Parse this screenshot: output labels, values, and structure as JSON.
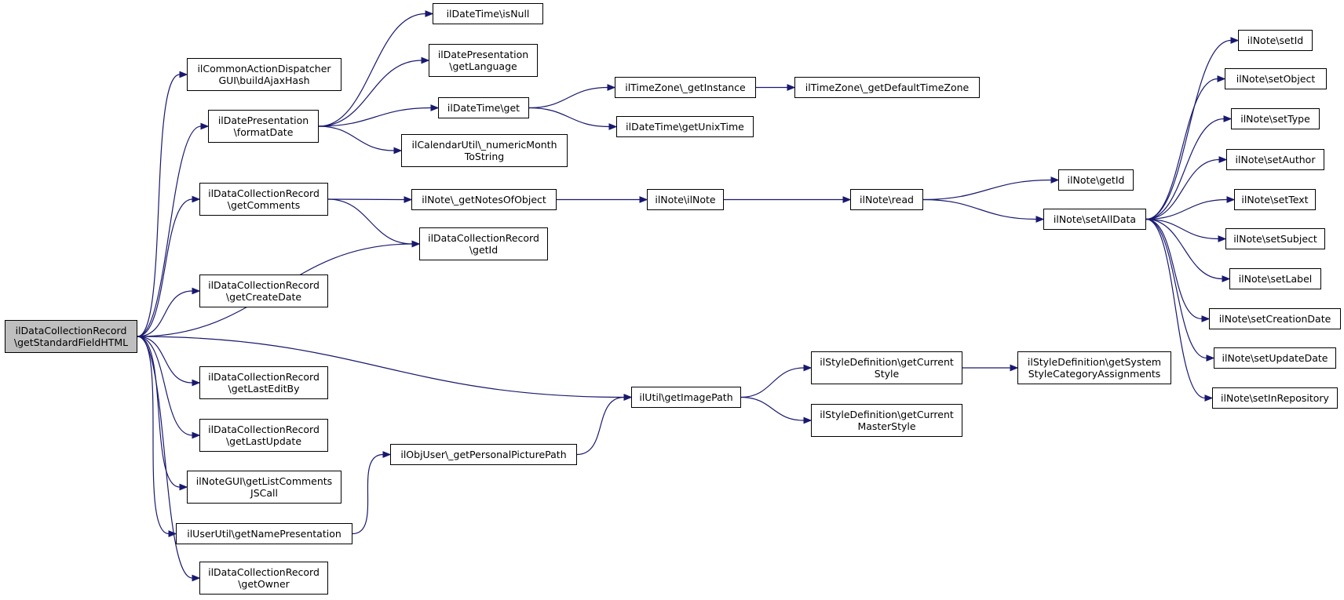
{
  "colors": {
    "edge": "#191970",
    "root_fill": "#bfbfbf",
    "node_fill": "#ffffff",
    "border": "#000000"
  },
  "nodes": {
    "root": [
      "ilDataCollectionRecord",
      "\\getStandardFieldHTML"
    ],
    "buildAjaxHash": [
      "ilCommonActionDispatcher",
      "GUI\\buildAjaxHash"
    ],
    "formatDate": [
      "ilDatePresentation",
      "\\formatDate"
    ],
    "getComments": [
      "ilDataCollectionRecord",
      "\\getComments"
    ],
    "getCreateDate": [
      "ilDataCollectionRecord",
      "\\getCreateDate"
    ],
    "getLastEditBy": [
      "ilDataCollectionRecord",
      "\\getLastEditBy"
    ],
    "getLastUpdate": [
      "ilDataCollectionRecord",
      "\\getLastUpdate"
    ],
    "getListCommentsJSCall": [
      "ilNoteGUI\\getListComments",
      "JSCall"
    ],
    "getNamePresentation": [
      "ilUserUtil\\getNamePresentation"
    ],
    "getOwner": [
      "ilDataCollectionRecord",
      "\\getOwner"
    ],
    "isNull": [
      "ilDateTime\\isNull"
    ],
    "getLanguage": [
      "ilDatePresentation",
      "\\getLanguage"
    ],
    "dtGet": [
      "ilDateTime\\get"
    ],
    "numericMonth": [
      "ilCalendarUtil\\_numericMonth",
      "ToString"
    ],
    "getNotesOfObject": [
      "ilNote\\_getNotesOfObject"
    ],
    "recGetId": [
      "ilDataCollectionRecord",
      "\\getId"
    ],
    "getPersonalPicturePath": [
      "ilObjUser\\_getPersonalPicturePath"
    ],
    "getInstance": [
      "ilTimeZone\\_getInstance"
    ],
    "getUnixTime": [
      "ilDateTime\\getUnixTime"
    ],
    "ilNoteCtor": [
      "ilNote\\ilNote"
    ],
    "getImagePath": [
      "ilUtil\\getImagePath"
    ],
    "getDefaultTimeZone": [
      "ilTimeZone\\_getDefaultTimeZone"
    ],
    "noteRead": [
      "ilNote\\read"
    ],
    "getCurrentStyle": [
      "ilStyleDefinition\\getCurrent",
      "Style"
    ],
    "getCurrentMasterStyle": [
      "ilStyleDefinition\\getCurrent",
      "MasterStyle"
    ],
    "noteGetId": [
      "ilNote\\getId"
    ],
    "setAllData": [
      "ilNote\\setAllData"
    ],
    "getSystemStyle": [
      "ilStyleDefinition\\getSystem",
      "StyleCategoryAssignments"
    ],
    "setId": [
      "ilNote\\setId"
    ],
    "setObject": [
      "ilNote\\setObject"
    ],
    "setType": [
      "ilNote\\setType"
    ],
    "setAuthor": [
      "ilNote\\setAuthor"
    ],
    "setText": [
      "ilNote\\setText"
    ],
    "setSubject": [
      "ilNote\\setSubject"
    ],
    "setLabel": [
      "ilNote\\setLabel"
    ],
    "setCreationDate": [
      "ilNote\\setCreationDate"
    ],
    "setUpdateDate": [
      "ilNote\\setUpdateDate"
    ],
    "setInRepository": [
      "ilNote\\setInRepository"
    ]
  },
  "edges": [
    [
      "root",
      "buildAjaxHash"
    ],
    [
      "root",
      "formatDate"
    ],
    [
      "root",
      "getComments"
    ],
    [
      "root",
      "recGetId"
    ],
    [
      "root",
      "getCreateDate"
    ],
    [
      "root",
      "getImagePath"
    ],
    [
      "root",
      "getLastEditBy"
    ],
    [
      "root",
      "getLastUpdate"
    ],
    [
      "root",
      "getListCommentsJSCall"
    ],
    [
      "root",
      "getNamePresentation"
    ],
    [
      "root",
      "getOwner"
    ],
    [
      "formatDate",
      "isNull"
    ],
    [
      "formatDate",
      "getLanguage"
    ],
    [
      "formatDate",
      "dtGet"
    ],
    [
      "formatDate",
      "numericMonth"
    ],
    [
      "dtGet",
      "getInstance"
    ],
    [
      "dtGet",
      "getUnixTime"
    ],
    [
      "getInstance",
      "getDefaultTimeZone"
    ],
    [
      "getComments",
      "getNotesOfObject"
    ],
    [
      "getComments",
      "recGetId"
    ],
    [
      "getNotesOfObject",
      "ilNoteCtor"
    ],
    [
      "ilNoteCtor",
      "noteRead"
    ],
    [
      "noteRead",
      "noteGetId"
    ],
    [
      "noteRead",
      "setAllData"
    ],
    [
      "setAllData",
      "setId"
    ],
    [
      "setAllData",
      "setObject"
    ],
    [
      "setAllData",
      "setType"
    ],
    [
      "setAllData",
      "setAuthor"
    ],
    [
      "setAllData",
      "setText"
    ],
    [
      "setAllData",
      "setSubject"
    ],
    [
      "setAllData",
      "setLabel"
    ],
    [
      "setAllData",
      "setCreationDate"
    ],
    [
      "setAllData",
      "setUpdateDate"
    ],
    [
      "setAllData",
      "setInRepository"
    ],
    [
      "getImagePath",
      "getCurrentStyle"
    ],
    [
      "getImagePath",
      "getCurrentMasterStyle"
    ],
    [
      "getCurrentStyle",
      "getSystemStyle"
    ],
    [
      "getNamePresentation",
      "getPersonalPicturePath"
    ],
    [
      "getPersonalPicturePath",
      "getImagePath"
    ]
  ]
}
